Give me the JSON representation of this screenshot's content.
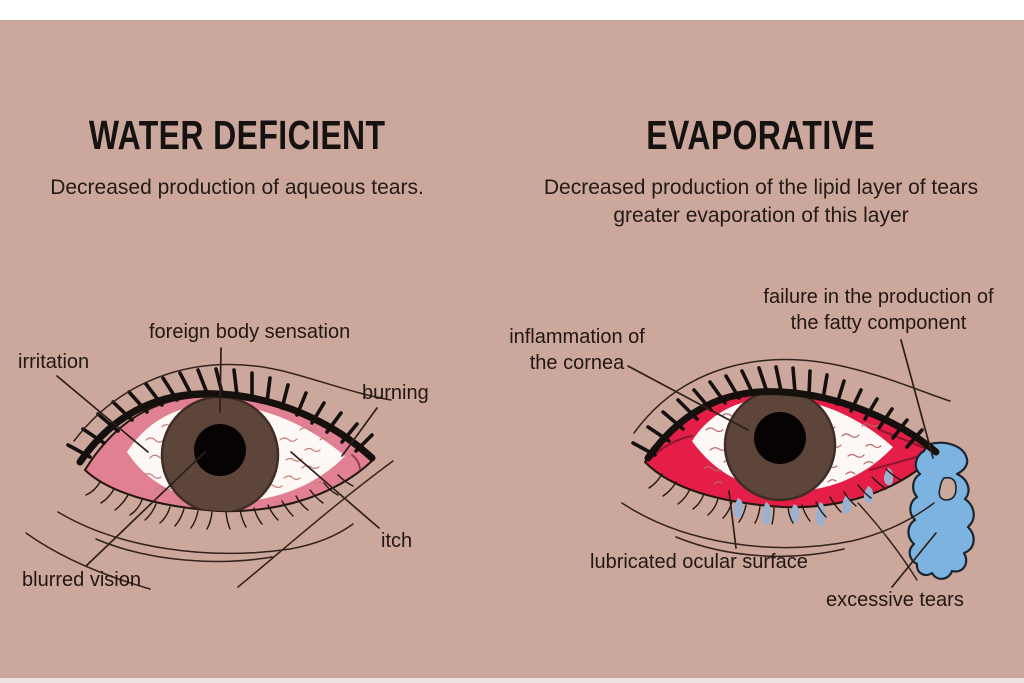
{
  "infographic": {
    "left_panel": {
      "title": "WATER DEFICIENT",
      "subtitle": "Decreased production of aqueous tears.",
      "labels": {
        "irritation": "irritation",
        "foreign_body_sensation": "foreign body sensation",
        "burning": "burning",
        "itch": "itch",
        "blurred_vision": "blurred vision"
      }
    },
    "right_panel": {
      "title": "EVAPORATIVE",
      "subtitle_line1": "Decreased production of the lipid layer of tears",
      "subtitle_line2": "greater evaporation of this layer",
      "labels": {
        "inflammation_line1": "inflammation of",
        "inflammation_line2": "the cornea",
        "failure_line1": "failure in the production of",
        "failure_line2": "the fatty component",
        "lubricated_ocular_surface": "lubricated ocular surface",
        "excessive_tears": "excessive tears"
      }
    }
  },
  "colors": {
    "background": "#cba89b",
    "strip_top": "#ffffff",
    "strip_bottom": "#ece4e0",
    "title_text": "#171212",
    "label_text": "#231713",
    "annotation_line": "#2e1f1a",
    "sclera": "#fdf8f6",
    "vein_left": "#c47e78",
    "vein_right": "#b4686a",
    "iris": "#5e453a",
    "iris_ring": "#3f2d25",
    "pupil": "#080303",
    "pink_corner": "#e28093",
    "inflamed_red": "#e41e47",
    "corner_accent": "#8e3b4e",
    "red_accent": "#8e1430",
    "tear_blue": "#7db3e1",
    "tear_outline": "#19242f",
    "drip_blue": "#9cb1cd",
    "lash": "#15100d",
    "skin_line": "#33221d"
  }
}
